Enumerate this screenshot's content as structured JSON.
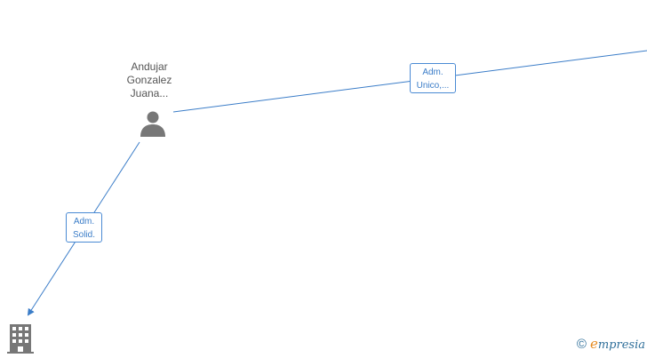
{
  "nodes": {
    "person": {
      "name_lines": [
        "Andujar",
        "Gonzalez",
        "Juana..."
      ],
      "icon": "person-icon"
    },
    "company": {
      "icon": "building-icon"
    }
  },
  "edges": [
    {
      "id": "adm-unico",
      "label_lines": [
        "Adm.",
        "Unico,..."
      ]
    },
    {
      "id": "adm-solid",
      "label_lines": [
        "Adm.",
        "Solid."
      ]
    }
  ],
  "watermark": {
    "symbol": "©",
    "brand_initial": "e",
    "brand_rest": "mpresia"
  },
  "colors": {
    "edge": "#3b7dc8",
    "node_icon": "#777777",
    "node_text": "#555555",
    "brand_accent": "#e58a1f",
    "brand_text": "#2f6f9a"
  }
}
